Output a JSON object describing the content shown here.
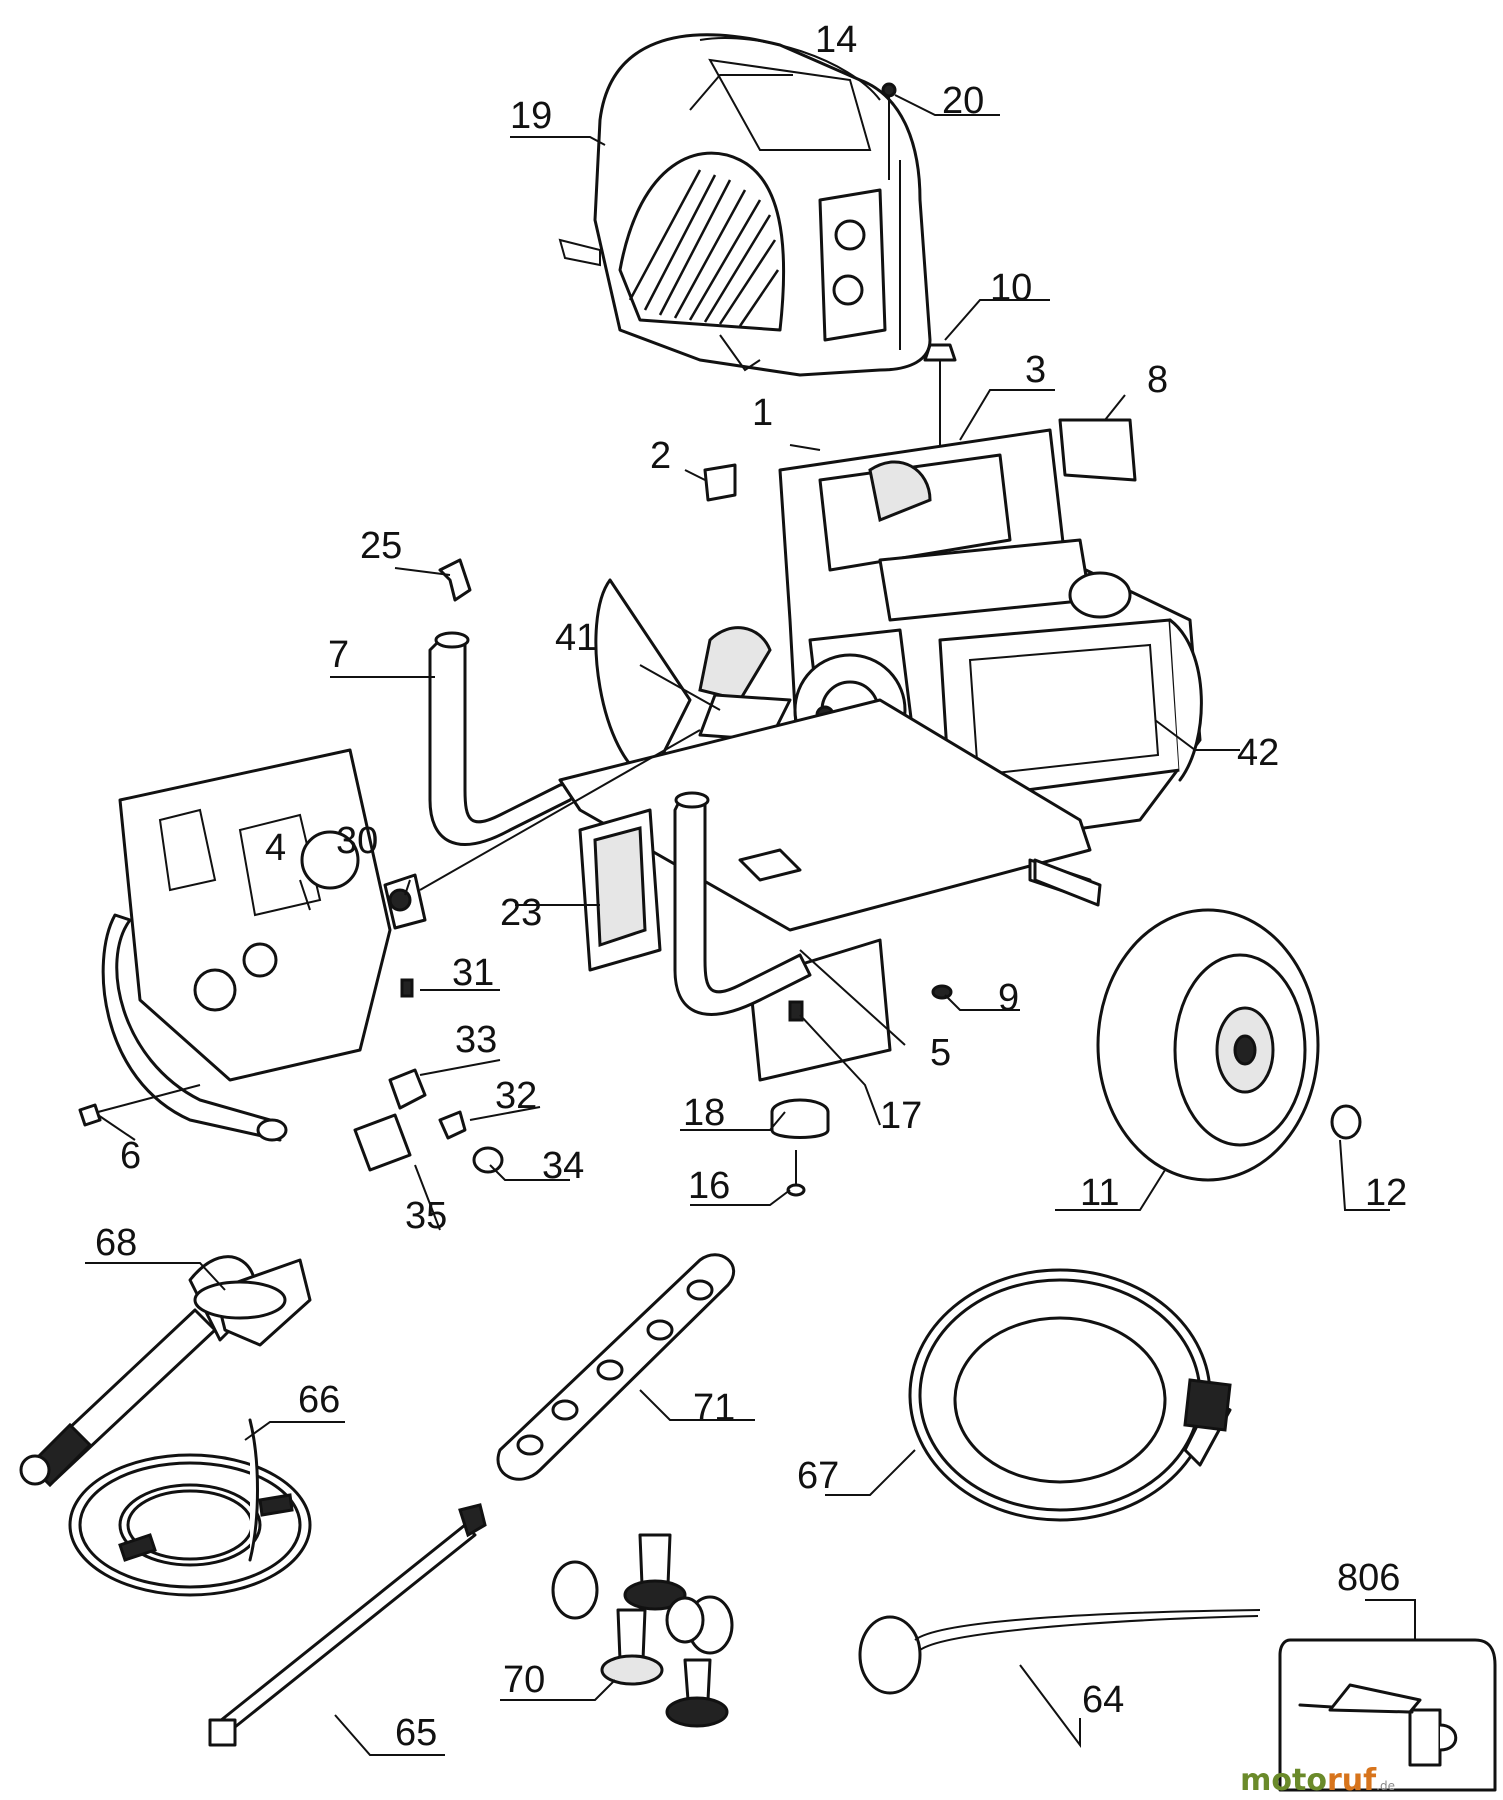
{
  "callouts": [
    {
      "label": "14"
    },
    {
      "label": "20"
    },
    {
      "label": "19"
    },
    {
      "label": "10"
    },
    {
      "label": "3"
    },
    {
      "label": "8"
    },
    {
      "label": "1"
    },
    {
      "label": "2"
    },
    {
      "label": "25"
    },
    {
      "label": "7"
    },
    {
      "label": "41"
    },
    {
      "label": "42"
    },
    {
      "label": "4"
    },
    {
      "label": "30"
    },
    {
      "label": "23"
    },
    {
      "label": "31"
    },
    {
      "label": "9"
    },
    {
      "label": "33"
    },
    {
      "label": "5"
    },
    {
      "label": "32"
    },
    {
      "label": "18"
    },
    {
      "label": "17"
    },
    {
      "label": "6"
    },
    {
      "label": "34"
    },
    {
      "label": "16"
    },
    {
      "label": "35"
    },
    {
      "label": "11"
    },
    {
      "label": "12"
    },
    {
      "label": "68"
    },
    {
      "label": "71"
    },
    {
      "label": "66"
    },
    {
      "label": "67"
    },
    {
      "label": "806"
    },
    {
      "label": "70"
    },
    {
      "label": "64"
    },
    {
      "label": "65"
    }
  ],
  "watermark": {
    "part1": "moto",
    "part2": "ruf",
    "suffix": ".de"
  }
}
